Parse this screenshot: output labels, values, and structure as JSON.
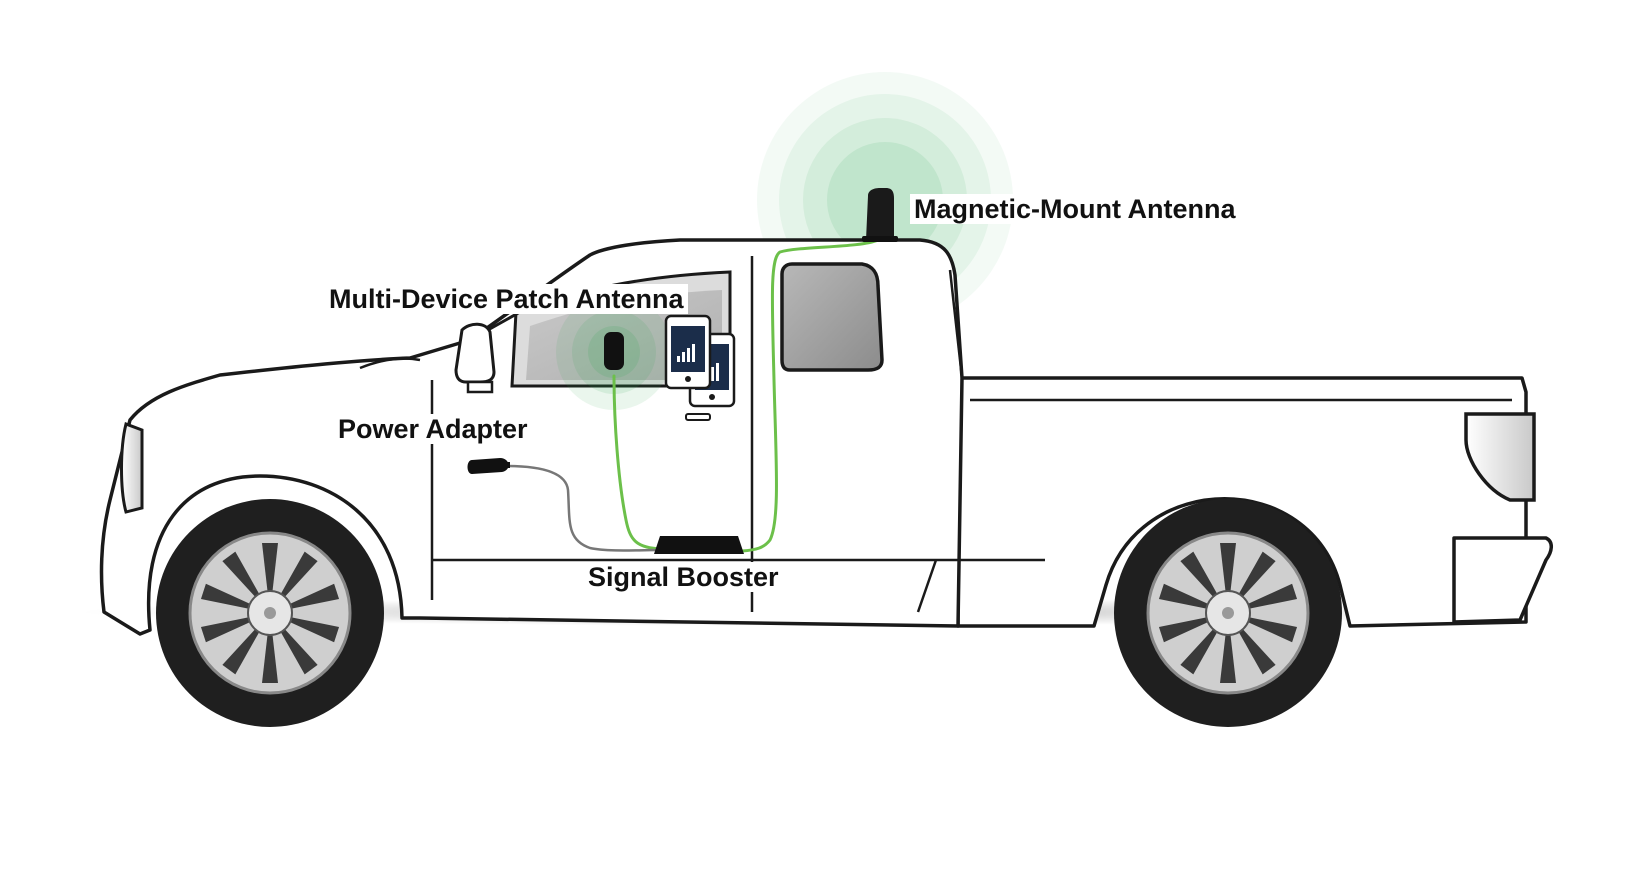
{
  "labels": {
    "magnetic_mount_antenna": "Magnetic-Mount Antenna",
    "multi_device_patch_antenna": "Multi-Device Patch Antenna",
    "power_adapter": "Power Adapter",
    "signal_booster": "Signal Booster"
  },
  "colors": {
    "cable_green": "#6cc04a",
    "signal_green": "#2fa84f",
    "truck_outline": "#1a1a1a",
    "window_grey": "#9a9a9a",
    "tire": "#1f1f1f",
    "power_cable": "#777777"
  }
}
